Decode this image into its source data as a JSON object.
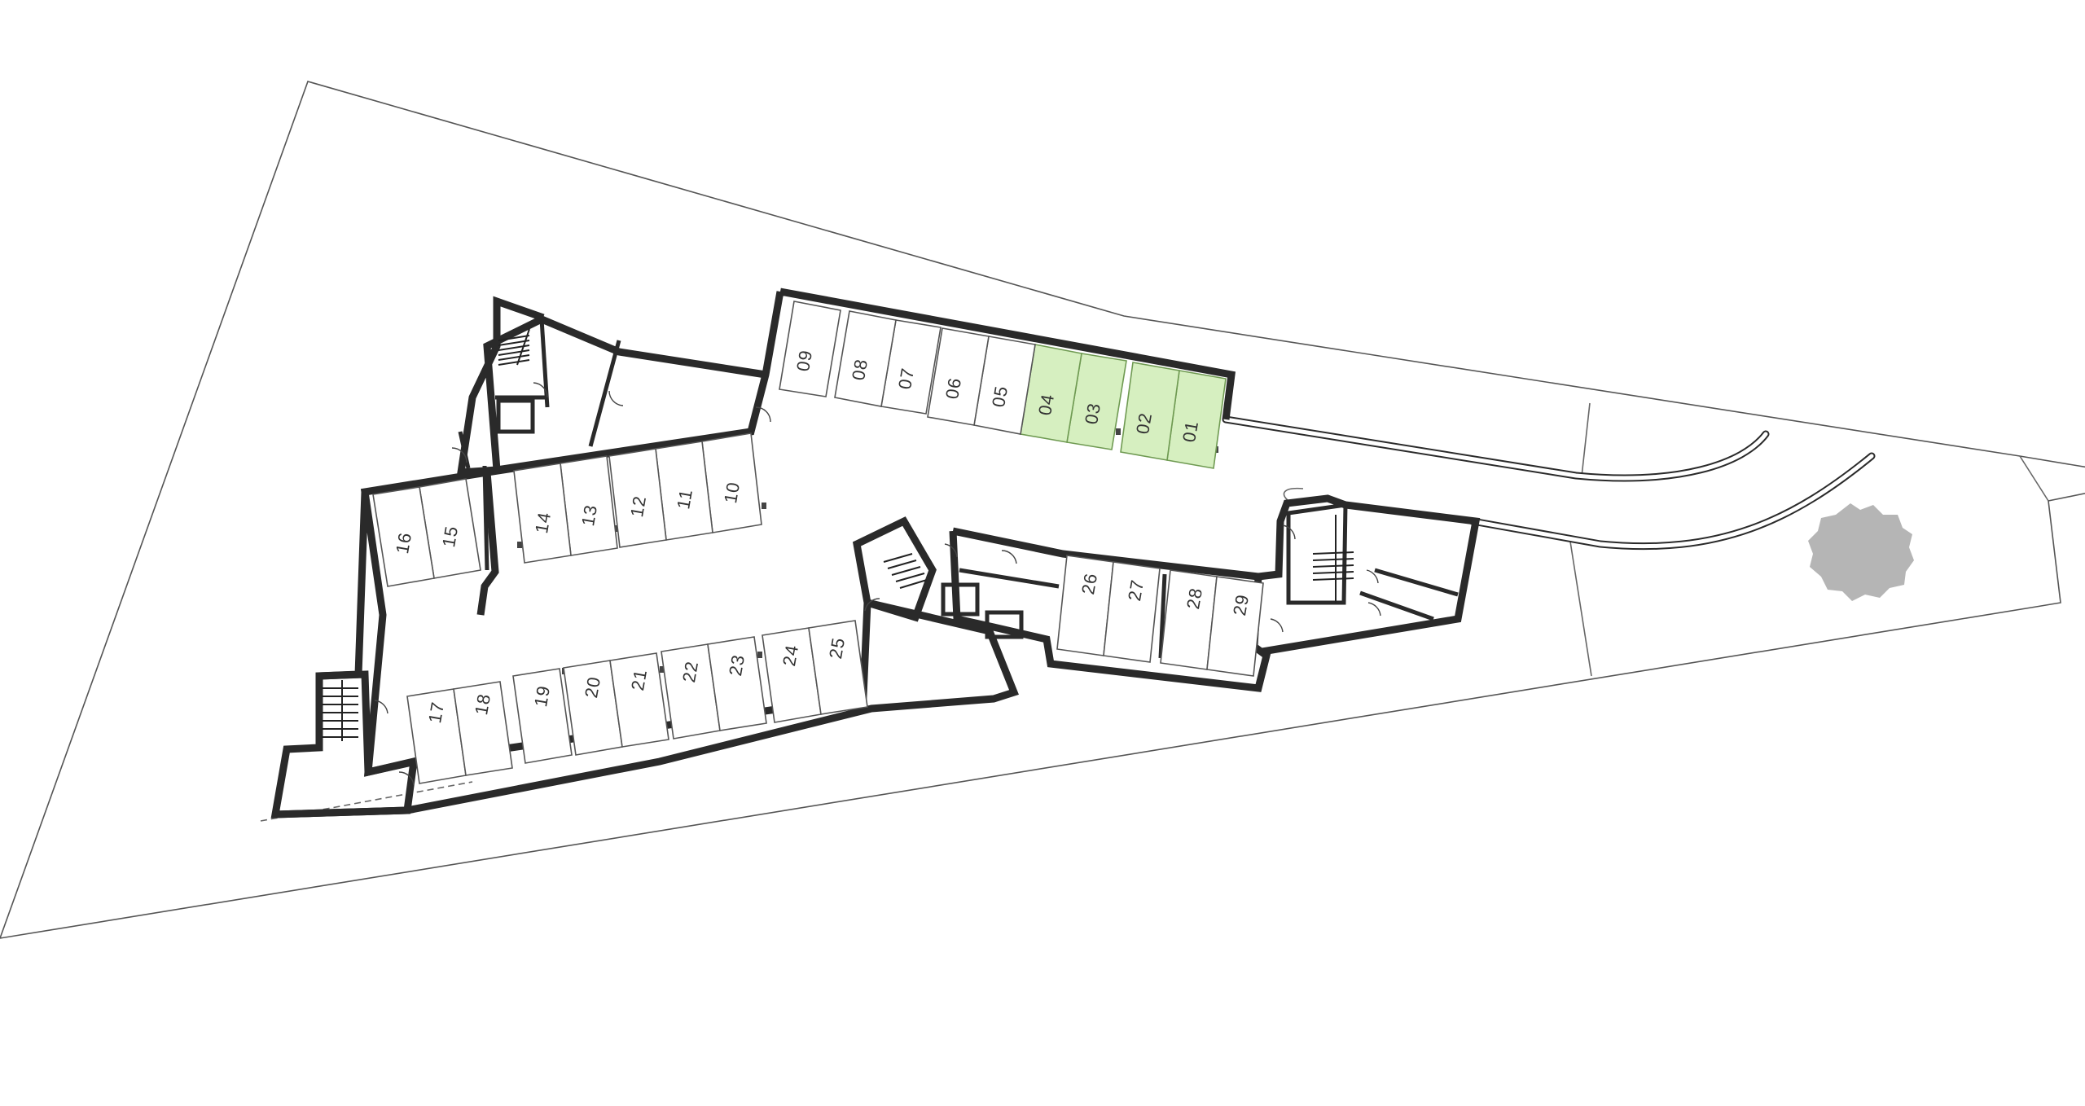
{
  "plan": {
    "selected_color": "#d6efc0",
    "tree": "tree-icon",
    "stalls": [
      {
        "label": "01",
        "selected": true
      },
      {
        "label": "02",
        "selected": true
      },
      {
        "label": "03",
        "selected": true
      },
      {
        "label": "04",
        "selected": true
      },
      {
        "label": "05",
        "selected": false
      },
      {
        "label": "06",
        "selected": false
      },
      {
        "label": "07",
        "selected": false
      },
      {
        "label": "08",
        "selected": false
      },
      {
        "label": "09",
        "selected": false
      },
      {
        "label": "10",
        "selected": false
      },
      {
        "label": "11",
        "selected": false
      },
      {
        "label": "12",
        "selected": false
      },
      {
        "label": "13",
        "selected": false
      },
      {
        "label": "14",
        "selected": false
      },
      {
        "label": "15",
        "selected": false
      },
      {
        "label": "16",
        "selected": false
      },
      {
        "label": "17",
        "selected": false
      },
      {
        "label": "18",
        "selected": false
      },
      {
        "label": "19",
        "selected": false
      },
      {
        "label": "20",
        "selected": false
      },
      {
        "label": "21",
        "selected": false
      },
      {
        "label": "22",
        "selected": false
      },
      {
        "label": "23",
        "selected": false
      },
      {
        "label": "24",
        "selected": false
      },
      {
        "label": "25",
        "selected": false
      },
      {
        "label": "26",
        "selected": false
      },
      {
        "label": "27",
        "selected": false
      },
      {
        "label": "28",
        "selected": false
      },
      {
        "label": "29",
        "selected": false
      }
    ]
  }
}
